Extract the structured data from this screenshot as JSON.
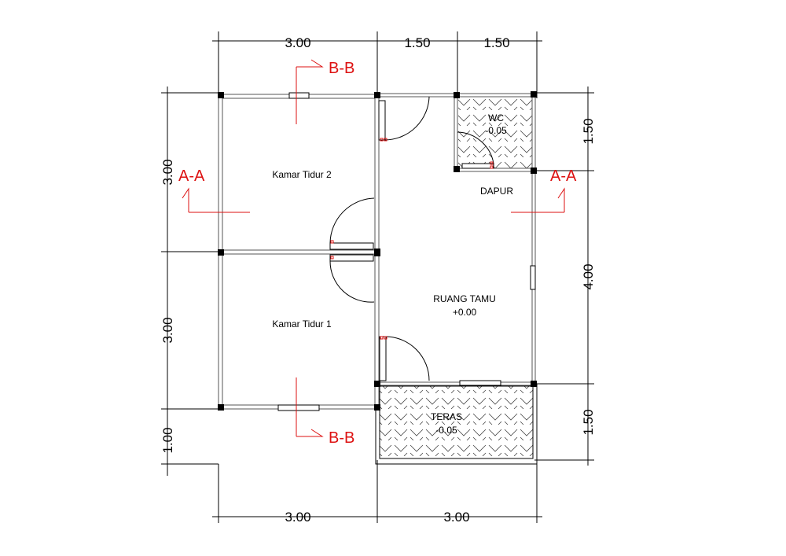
{
  "dimensions": {
    "top": [
      "3.00",
      "1.50",
      "1.50"
    ],
    "bottom": [
      "3.00",
      "3.00"
    ],
    "left": [
      "3.00",
      "3.00",
      "1.00"
    ],
    "right": [
      "1.50",
      "4.00",
      "1.50"
    ]
  },
  "sections": {
    "a": "A-A",
    "b": "B-B"
  },
  "rooms": {
    "kamar2": "Kamar Tidur 2",
    "kamar1": "Kamar Tidur 1",
    "wc": "WC",
    "wc_level": "-0.05",
    "dapur": "DAPUR",
    "tamu": "RUANG TAMU",
    "tamu_level": "+0.00",
    "teras": "TERAS",
    "teras_level": "-0.05"
  },
  "colors": {
    "section": "#dd1111",
    "line": "#000000"
  }
}
